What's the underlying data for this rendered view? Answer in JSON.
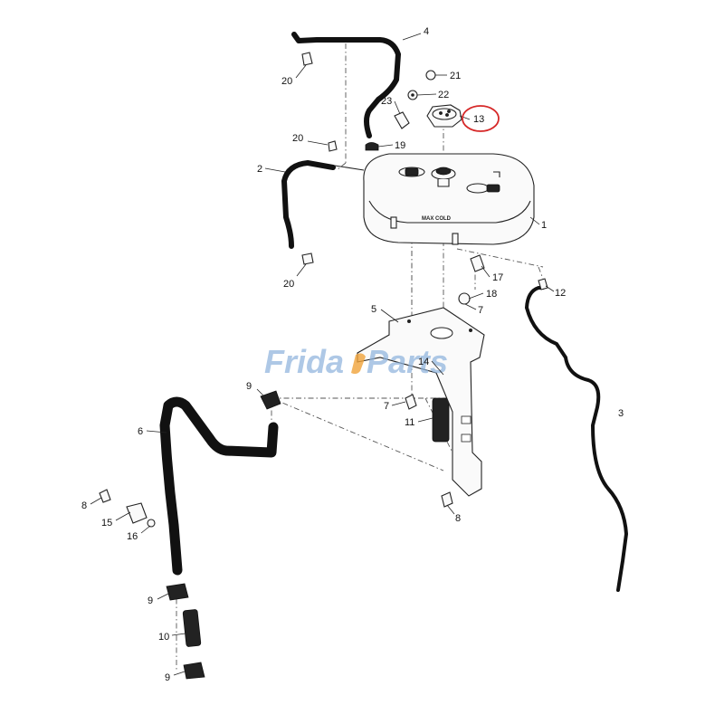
{
  "diagram": {
    "tank_label": "MAX COLD",
    "watermark": {
      "left": "Frida",
      "right": "Parts"
    },
    "highlight_color": "#d62828",
    "watermark_color": "#8fb4dd",
    "callouts": [
      {
        "id": "c1",
        "text": "1"
      },
      {
        "id": "c2",
        "text": "2"
      },
      {
        "id": "c3",
        "text": "3"
      },
      {
        "id": "c4",
        "text": "4"
      },
      {
        "id": "c5",
        "text": "5"
      },
      {
        "id": "c6",
        "text": "6"
      },
      {
        "id": "c7a",
        "text": "7"
      },
      {
        "id": "c7b",
        "text": "7"
      },
      {
        "id": "c8a",
        "text": "8"
      },
      {
        "id": "c8b",
        "text": "8"
      },
      {
        "id": "c9a",
        "text": "9"
      },
      {
        "id": "c9b",
        "text": "9"
      },
      {
        "id": "c9c",
        "text": "9"
      },
      {
        "id": "c10",
        "text": "10"
      },
      {
        "id": "c11",
        "text": "11"
      },
      {
        "id": "c12",
        "text": "12"
      },
      {
        "id": "c13",
        "text": "13",
        "highlighted": true
      },
      {
        "id": "c14",
        "text": "14"
      },
      {
        "id": "c15",
        "text": "15"
      },
      {
        "id": "c16",
        "text": "16"
      },
      {
        "id": "c17",
        "text": "17"
      },
      {
        "id": "c18",
        "text": "18"
      },
      {
        "id": "c19",
        "text": "19"
      },
      {
        "id": "c20a",
        "text": "20"
      },
      {
        "id": "c20b",
        "text": "20"
      },
      {
        "id": "c20c",
        "text": "20"
      },
      {
        "id": "c21",
        "text": "21"
      },
      {
        "id": "c22",
        "text": "22"
      },
      {
        "id": "c23",
        "text": "23"
      }
    ]
  }
}
